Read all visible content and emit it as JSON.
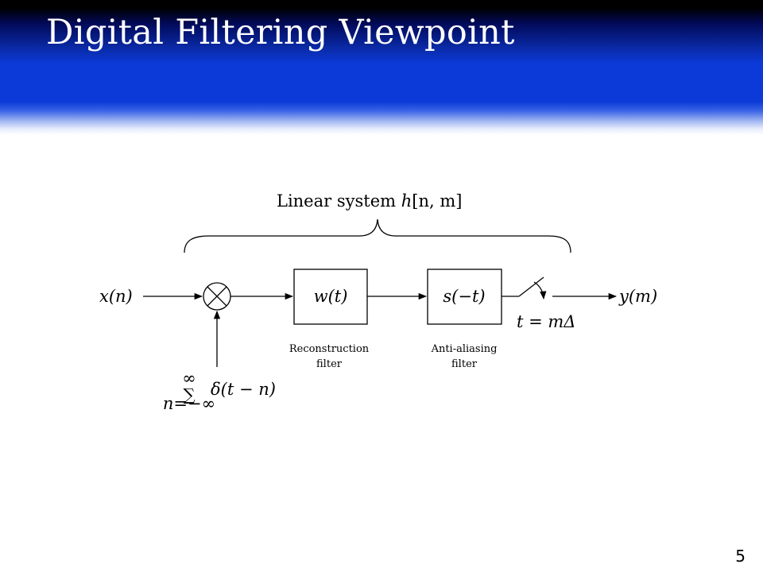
{
  "slide": {
    "title": "Digital Filtering Viewpoint",
    "page_number": "5",
    "header_colors": {
      "top": "#000000",
      "band": "#0c3ad8",
      "fade": "#ffffff"
    }
  },
  "diagram": {
    "system_label": {
      "text": "Linear system ",
      "func": "h",
      "args": "[n, m]"
    },
    "input_label": "x(n)",
    "output_label": "y(m)",
    "block_w": "w(t)",
    "block_s": "s(−t)",
    "reconstruction_caption": [
      "Reconstruction",
      "filter"
    ],
    "antialias_caption": [
      "Anti-aliasing",
      "filter"
    ],
    "sampler_label": "t = mΔ",
    "impulse_train": {
      "sum_symbol": "∑",
      "upper": "∞",
      "lower": "n=−∞",
      "term": "δ(t − n)"
    }
  }
}
